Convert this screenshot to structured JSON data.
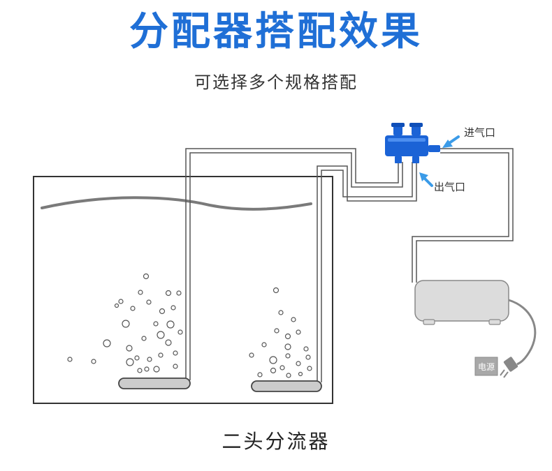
{
  "header": {
    "title": "分配器搭配效果",
    "subtitle": "可选择多个规格搭配"
  },
  "labels": {
    "air_inlet": "进气口",
    "air_outlet": "出气口",
    "power": "电源"
  },
  "caption": "二头分流器",
  "colors": {
    "title_blue": "#1f6fd6",
    "splitter_blue": "#1b63d6",
    "arrow_blue": "#3b9be8",
    "pump_gray": "#dcdcdc"
  }
}
